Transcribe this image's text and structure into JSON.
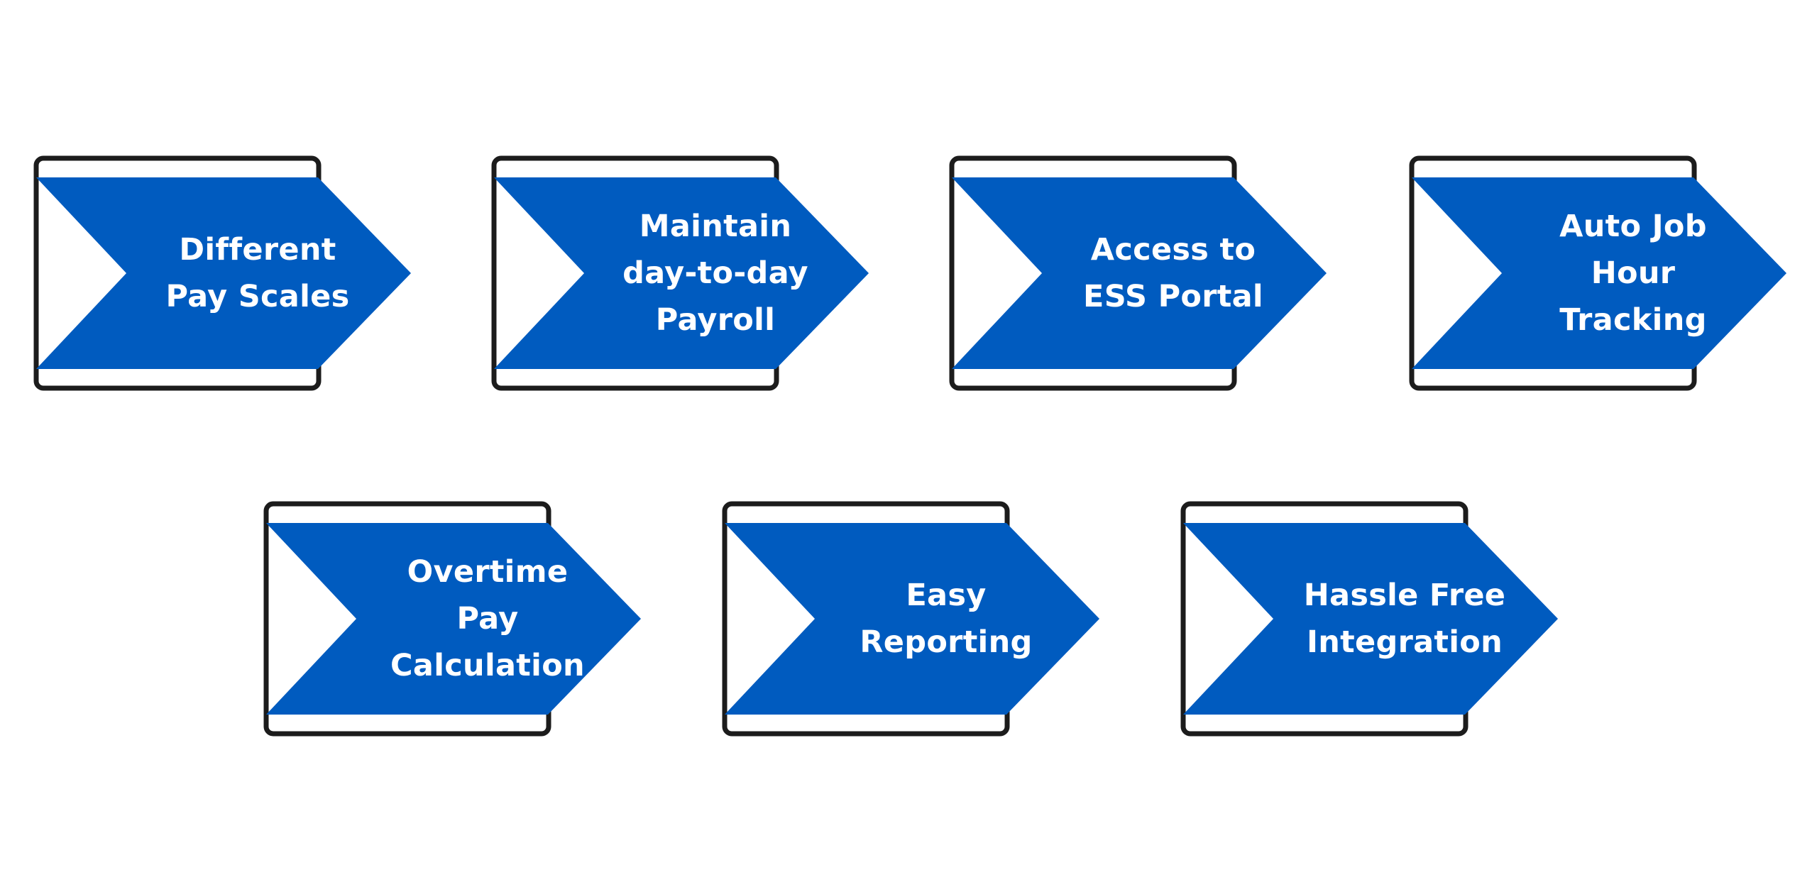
{
  "colors": {
    "arrow_fill": "#005BBF",
    "frame_stroke": "#1c1c1c",
    "background": "#ffffff",
    "label_text": "#ffffff"
  },
  "cards": [
    {
      "label": "Different\nPay Scales"
    },
    {
      "label": "Maintain\nday-to-day\nPayroll"
    },
    {
      "label": "Access to\nESS Portal"
    },
    {
      "label": "Auto Job\nHour\nTracking"
    },
    {
      "label": "Overtime\nPay\nCalculation"
    },
    {
      "label": "Easy\nReporting"
    },
    {
      "label": "Hassle Free\nIntegration"
    }
  ]
}
